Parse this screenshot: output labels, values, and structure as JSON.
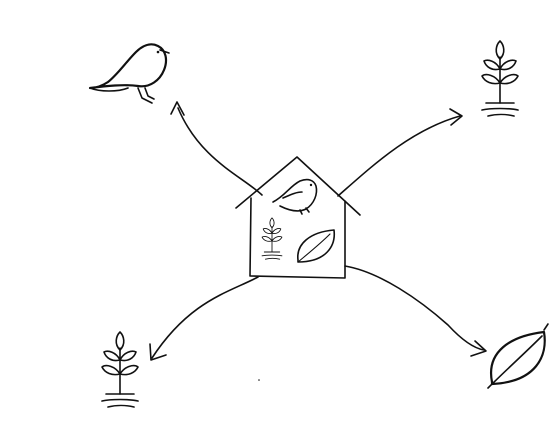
{
  "diagram": {
    "center": {
      "icon": "house-icon"
    },
    "outputs": [
      {
        "icon": "bird-icon",
        "direction": "top-left"
      },
      {
        "icon": "sprout-icon",
        "direction": "top-right"
      },
      {
        "icon": "sprout-icon",
        "direction": "bottom-left"
      },
      {
        "icon": "leaf-icon",
        "direction": "bottom-right"
      }
    ]
  },
  "colors": {
    "ink": "#111111",
    "background": "#ffffff"
  }
}
